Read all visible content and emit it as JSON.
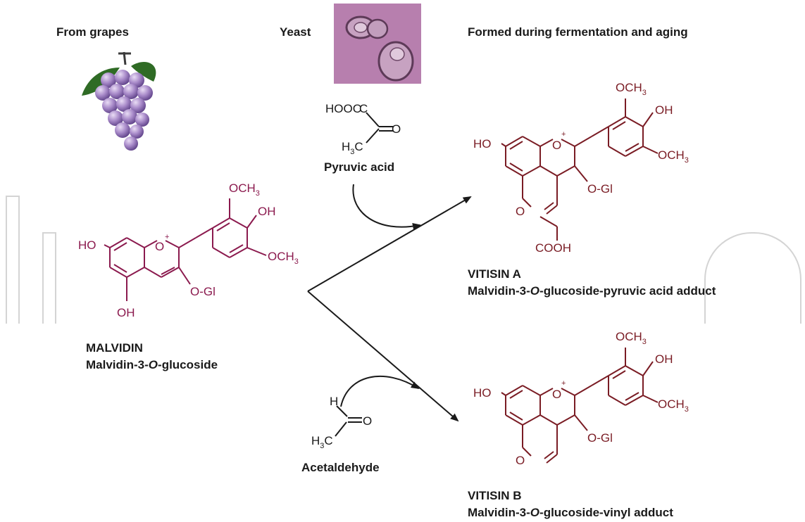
{
  "headers": {
    "grapes": "From grapes",
    "yeast": "Yeast",
    "formed": "Formed during fermentation and aging"
  },
  "malvidin": {
    "name": "MALVIDIN",
    "full_pre": "Malvidin-3-",
    "full_o": "O",
    "full_post": "-glucoside",
    "labels": {
      "ho": "HO",
      "oh_top": "OH",
      "och3_top": "OCH",
      "och3_bot": "OCH",
      "oh_bot": "OH",
      "ogl": "O-Gl",
      "o_ring": "O",
      "plus": "+",
      "sub3": "3"
    }
  },
  "vitisin_a": {
    "name": "VITISIN A",
    "full_pre": "Malvidin-3-",
    "full_o": "O",
    "full_post": "-glucoside-pyruvic acid adduct",
    "labels": {
      "ho": "HO",
      "oh": "OH",
      "och3_top": "OCH",
      "och3_bot": "OCH",
      "ogl": "O-Gl",
      "o_ring": "O",
      "o_pyran": "O",
      "cooh": "COOH",
      "plus": "+",
      "sub3": "3"
    }
  },
  "vitisin_b": {
    "name": "VITISIN B",
    "full_pre": "Malvidin-3-",
    "full_o": "O",
    "full_post": "-glucoside-vinyl adduct",
    "labels": {
      "ho": "HO",
      "oh": "OH",
      "och3_top": "OCH",
      "och3_bot": "OCH",
      "ogl": "O-Gl",
      "o_ring": "O",
      "o_pyran": "O",
      "plus": "+",
      "sub3": "3"
    }
  },
  "pyruvic": {
    "name": "Pyruvic acid",
    "labels": {
      "hooc": "HOOC",
      "o": "O",
      "h": "H",
      "sub3": "3",
      "c": "C"
    }
  },
  "acetaldehyde": {
    "name": "Acetaldehyde",
    "labels": {
      "h": "H",
      "o": "O",
      "h3": "H",
      "sub3": "3",
      "c": "C"
    }
  },
  "colors": {
    "molecule": "#8b1a4e",
    "product": "#7a1c24",
    "reagent": "#1a1a1a",
    "yeast_bg": "#b77fae"
  }
}
